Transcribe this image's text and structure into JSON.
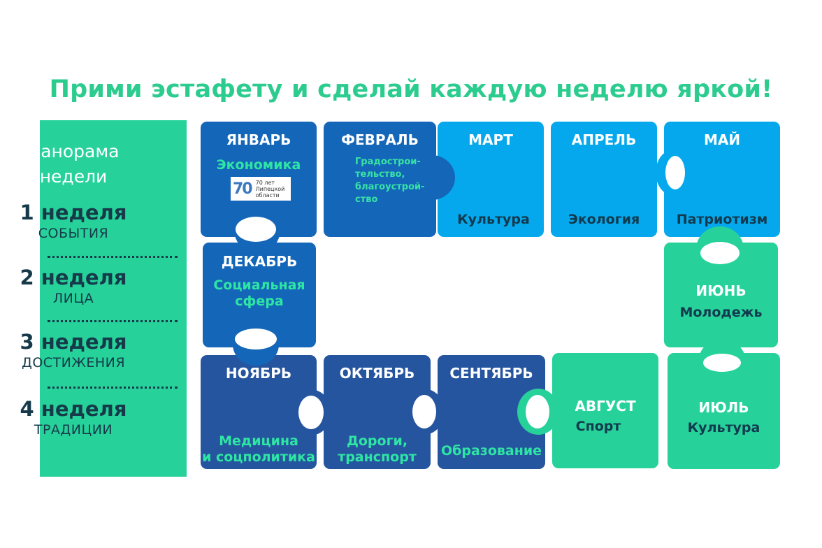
{
  "headline": "Прими эстафету и сделай каждую неделю яркой!",
  "panel": {
    "title_line1": "Панорама",
    "title_line2": "недели",
    "weeks": [
      {
        "number": "1 неделя",
        "label": "СОБЫТИЯ"
      },
      {
        "number": "2 неделя",
        "label": "ЛИЦА"
      },
      {
        "number": "3 неделя",
        "label": "ДОСТИЖЕНИЯ"
      },
      {
        "number": "4 неделя",
        "label": "ТРАДИЦИИ"
      }
    ]
  },
  "months": {
    "jan": {
      "name": "ЯНВАРЬ",
      "topic": "Экономика"
    },
    "feb": {
      "name": "ФЕВРАЛЬ",
      "topic_lines": [
        "Градострои-",
        "тельство,",
        "благоустрой-",
        "ство"
      ]
    },
    "mar": {
      "name": "МАРТ",
      "topic": "Культура"
    },
    "apr": {
      "name": "АПРЕЛЬ",
      "topic": "Экология"
    },
    "may": {
      "name": "МАЙ",
      "topic": "Патриотизм"
    },
    "jun": {
      "name": "ИЮНЬ",
      "topic": "Молодежь"
    },
    "jul": {
      "name": "ИЮЛЬ",
      "topic": "Культура"
    },
    "aug": {
      "name": "АВГУСТ",
      "topic": "Спорт"
    },
    "sep": {
      "name": "СЕНТЯБРЬ",
      "topic": "Образование"
    },
    "oct": {
      "name": "ОКТЯБРЬ",
      "topic_lines": [
        "Дороги,",
        "транспорт"
      ]
    },
    "nov": {
      "name": "НОЯБРЬ",
      "topic_lines": [
        "Медицина",
        "и соцполитика"
      ]
    },
    "dec": {
      "name": "ДЕКАБРЬ",
      "topic_lines": [
        "Социальная",
        "сфера"
      ]
    }
  },
  "logo": {
    "number": "70",
    "text_lines": [
      "70 лет",
      "Липецкой",
      "области"
    ]
  },
  "colors": {
    "green": "#26d29a",
    "dark_blue": "#1466b9",
    "light_blue": "#05a8ec",
    "navy": "#26559f",
    "heading": "#2ccc8f"
  }
}
